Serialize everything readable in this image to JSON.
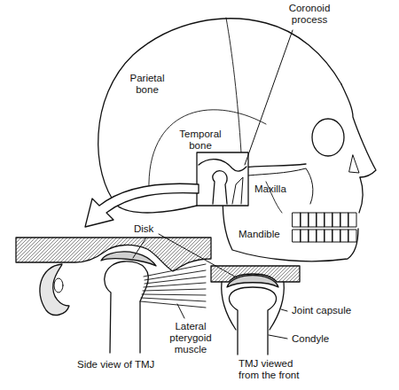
{
  "diagram": {
    "labels": [
      "Coronoid process",
      "Parietal bone",
      "Temporal bone",
      "Maxilla",
      "Mandible",
      "Disk",
      "Lateral pterygoid muscle",
      "Joint capsule",
      "Condyle",
      "Side view of TMJ",
      "TMJ viewed from the front"
    ]
  }
}
